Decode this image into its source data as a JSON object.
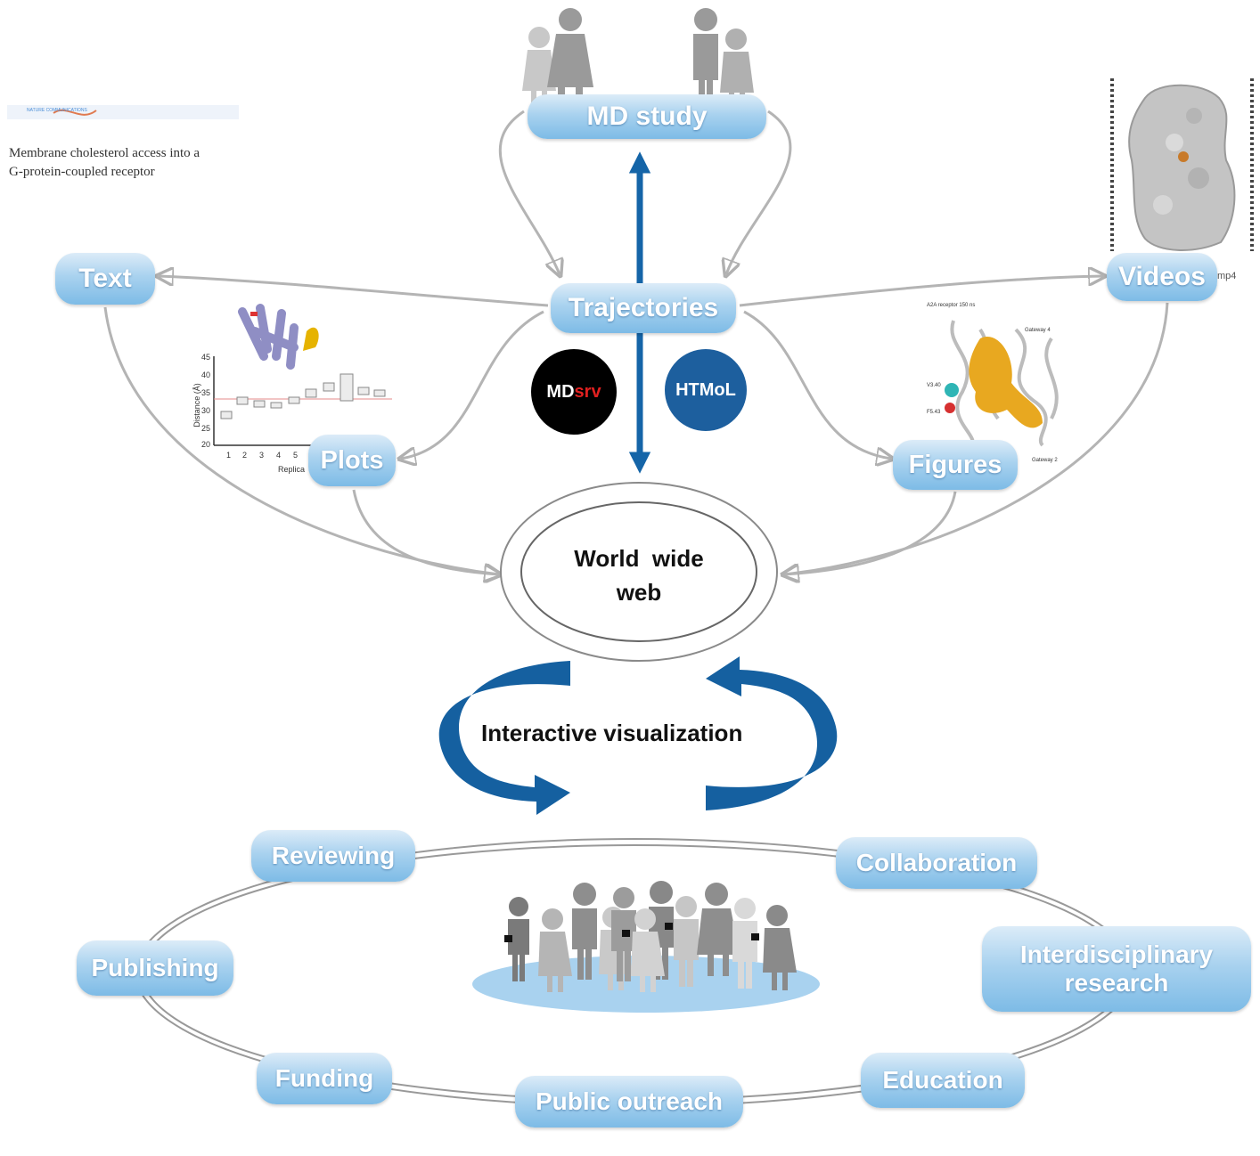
{
  "top": {
    "study_label": "MD study",
    "trajectories_label": "Trajectories"
  },
  "logos": {
    "mdsrv_md": "MD",
    "mdsrv_srv": "srv",
    "htmol": "HTMoL"
  },
  "outputs": {
    "text": "Text",
    "videos": "Videos",
    "plots": "Plots",
    "figures": "Figures"
  },
  "paper": {
    "title": "Membrane cholesterol access into a G-protein-coupled receptor",
    "journal": "NATURE COMMUNICATIONS"
  },
  "video_suffix": "mp4",
  "plot": {
    "y_axis_label": "Distance (Å)",
    "x_axis_label": "Replica",
    "y_ticks": [
      "45",
      "40",
      "35",
      "30",
      "25",
      "20"
    ],
    "x_ticks": [
      "1",
      "2",
      "3",
      "4",
      "5"
    ]
  },
  "figure": {
    "title": "A2A receptor 150 ns",
    "label_a": "Gateway 4",
    "label_b": "Gateway 2",
    "label_c": "V3.40",
    "label_d": "F5.43"
  },
  "center": {
    "line1": "World  wide",
    "line2": "web",
    "interactive": "Interactive visualization"
  },
  "community": {
    "reviewing": "Reviewing",
    "collaboration": "Collaboration",
    "publishing": "Publishing",
    "interdisciplinary_1": "Interdisciplinary",
    "interdisciplinary_2": "research",
    "funding": "Funding",
    "public_outreach": "Public outreach",
    "education": "Education"
  },
  "colors": {
    "arrow_blue": "#1565a8",
    "pill_light": "#a9d2ef",
    "gray_arrow": "#b4b4b4"
  }
}
